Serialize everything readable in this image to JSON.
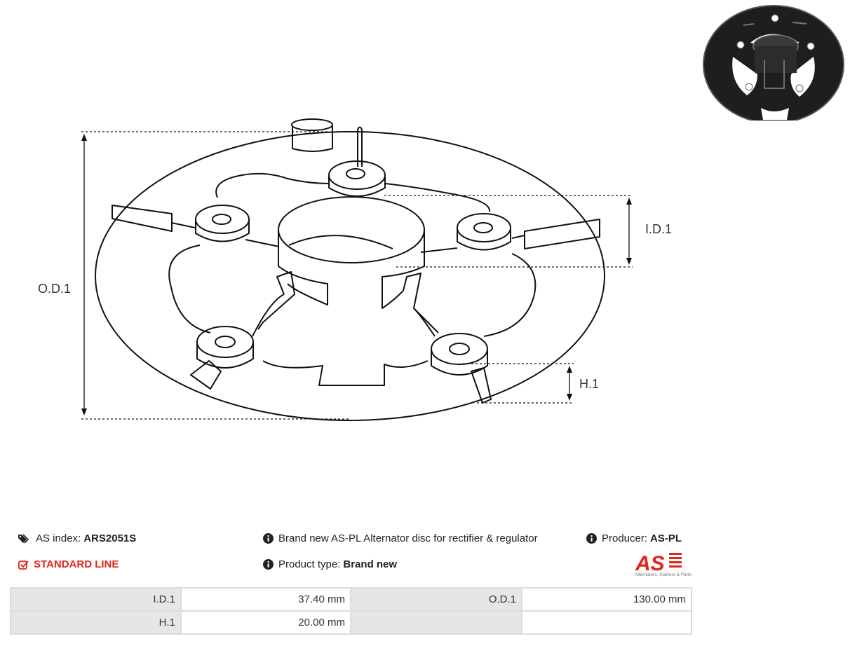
{
  "dimension_labels": {
    "od": "O.D.1",
    "id": "I.D.1",
    "h": "H.1"
  },
  "product": {
    "as_index_label": "AS index:",
    "as_index_value": "ARS2051S",
    "line_label": "STANDARD LINE",
    "description": "Brand new AS-PL Alternator disc for rectifier & regulator",
    "producer_label": "Producer:",
    "producer_value": "AS-PL",
    "type_label": "Product type:",
    "type_value": "Brand new"
  },
  "logo": {
    "text": "AS",
    "tagline": "Alternators, Starters & Parts",
    "color": "#e2231a"
  },
  "specs": [
    {
      "label1": "I.D.1",
      "value1": "37.40 mm",
      "label2": "O.D.1",
      "value2": "130.00 mm"
    },
    {
      "label1": "H.1",
      "value1": "20.00 mm",
      "label2": "",
      "value2": ""
    }
  ],
  "colors": {
    "accent": "#e2231a",
    "table_label_bg": "#e6e6e6",
    "table_border": "#dcdcdc"
  },
  "icons": [
    "tags-icon",
    "check-square-icon",
    "info-circle-icon"
  ]
}
